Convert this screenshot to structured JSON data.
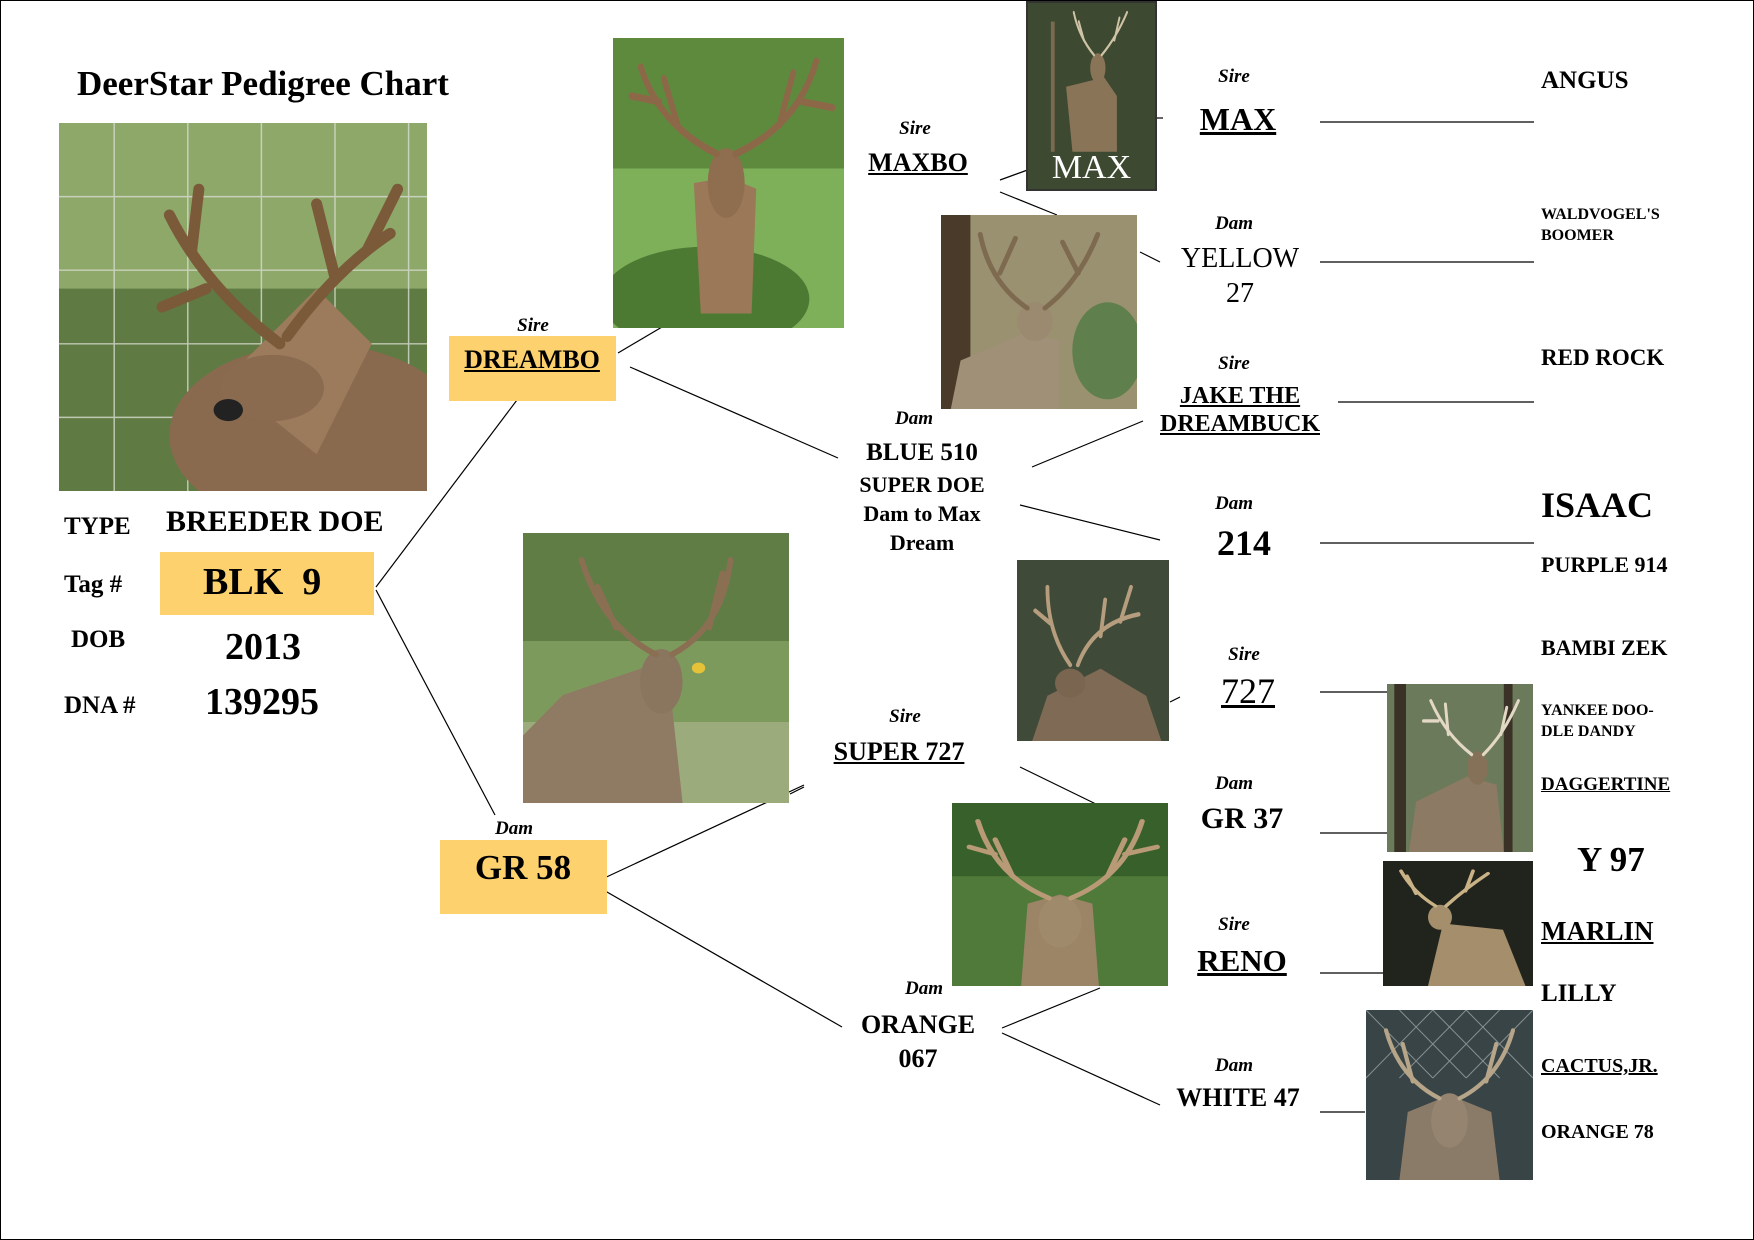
{
  "title": "DeerStar Pedigree Chart",
  "subject": {
    "type_label": "TYPE",
    "type_value": "BREEDER DOE",
    "tag_label": "Tag #",
    "tag_value": "BLK  9",
    "dob_label": "DOB",
    "dob_value": "2013",
    "dna_label": "DNA #",
    "dna_value": "139295"
  },
  "relations": {
    "sire": "Sire",
    "dam": "Dam"
  },
  "parents": {
    "sire": "DREAMBO",
    "dam": "GR 58"
  },
  "grandparents": {
    "sire_sire": "MAXBO",
    "sire_dam": [
      "BLUE 510",
      "SUPER DOE",
      "Dam to Max",
      "Dream"
    ],
    "dam_sire": "SUPER 727",
    "dam_dam": [
      "ORANGE",
      "067"
    ]
  },
  "great_grandparents": {
    "max": "MAX",
    "yellow": [
      "YELLOW",
      "27"
    ],
    "jake": [
      "JAKE THE",
      "DREAMBUCK"
    ],
    "g214": "214",
    "s727": "727",
    "gr37": "GR 37",
    "reno": "RENO",
    "white47": "WHITE 47"
  },
  "ancestors": {
    "angus": "ANGUS",
    "waldvogel": [
      "WALDVOGEL'S",
      "BOOMER"
    ],
    "red_rock": "RED ROCK",
    "isaac": "ISAAC",
    "purple": "PURPLE 914",
    "bambi": "BAMBI ZEK",
    "yankee": [
      "YANKEE DOO-",
      "DLE DANDY"
    ],
    "daggertine": "DAGGERTINE",
    "y97": "Y 97",
    "marlin": "MARLIN",
    "lilly": "LILLY",
    "cactus": "CACTUS,JR.",
    "orange78": "ORANGE 78"
  },
  "photo_caption_max": "MAX",
  "colors": {
    "highlight": "#fcd16e"
  }
}
